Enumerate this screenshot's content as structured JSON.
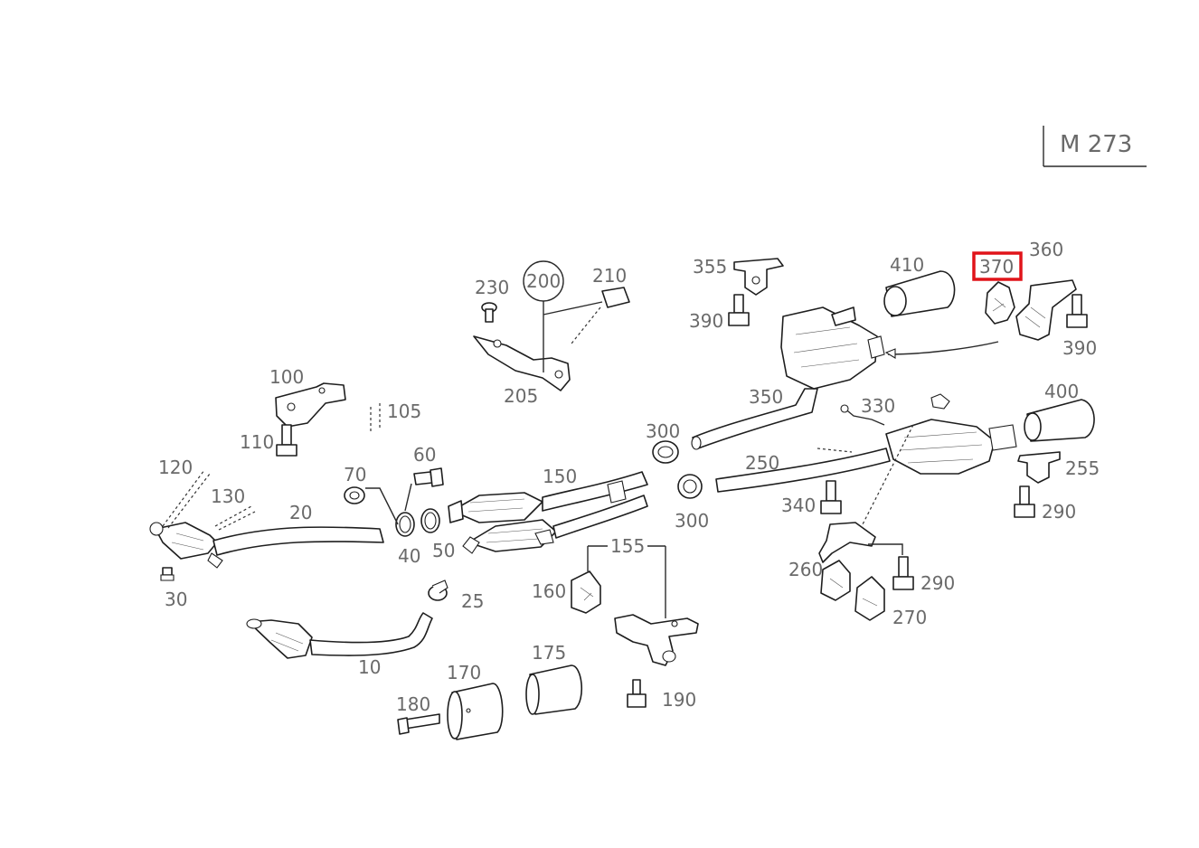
{
  "diagram_ref": "M 273",
  "highlighted_part": "370",
  "highlight_color": "#e0141a",
  "parts": {
    "p10": "10",
    "p20": "20",
    "p25": "25",
    "p30": "30",
    "p40": "40",
    "p50": "50",
    "p60": "60",
    "p70": "70",
    "p100": "100",
    "p105": "105",
    "p110": "110",
    "p120": "120",
    "p130": "130",
    "p150": "150",
    "p155": "155",
    "p160": "160",
    "p170": "170",
    "p175": "175",
    "p180": "180",
    "p190": "190",
    "p200": "200",
    "p205": "205",
    "p210": "210",
    "p230": "230",
    "p250": "250",
    "p255": "255",
    "p260": "260",
    "p270": "270",
    "p290a": "290",
    "p290b": "290",
    "p300a": "300",
    "p300b": "300",
    "p330": "330",
    "p340": "340",
    "p350": "350",
    "p355": "355",
    "p360": "360",
    "p370": "370",
    "p390a": "390",
    "p390b": "390",
    "p400": "400",
    "p410": "410"
  }
}
